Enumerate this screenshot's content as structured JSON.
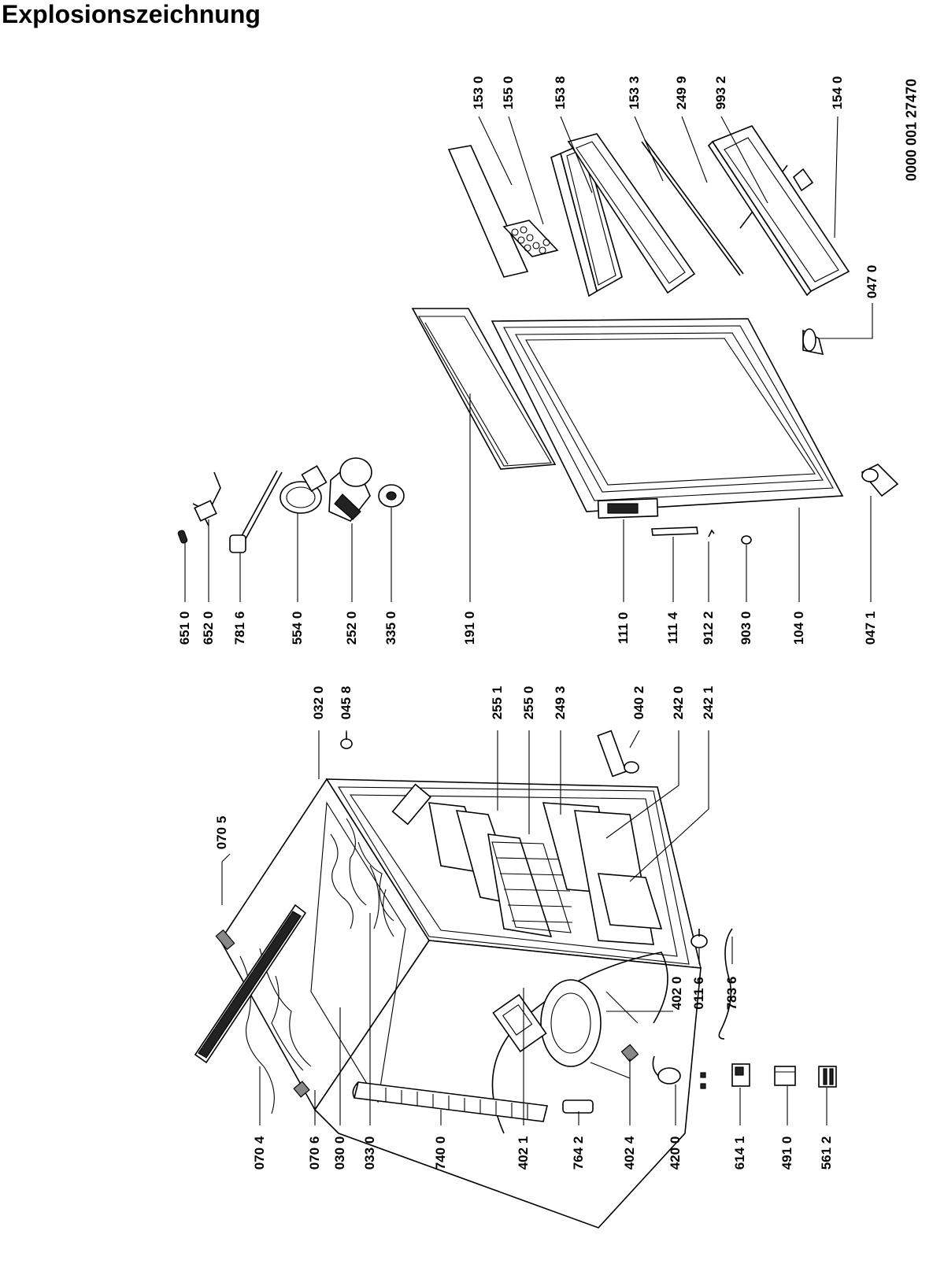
{
  "title": "Explosionszeichnung",
  "document_number": "0000 001 27470",
  "labels": {
    "l_0704": "070 4",
    "l_0706": "070 6",
    "l_0300": "030 0",
    "l_0330": "033 0",
    "l_7400": "740 0",
    "l_4021": "402 1",
    "l_7642": "764 2",
    "l_4024": "402 4",
    "l_4200": "420 0",
    "l_6141": "614 1",
    "l_4910": "491 0",
    "l_5612": "561 2",
    "l_0705": "070 5",
    "l_4020": "402 0",
    "l_0116": "011 6",
    "l_7836": "783 6",
    "l_0320": "032 0",
    "l_0458": "045 8",
    "l_2551": "255 1",
    "l_2550": "255 0",
    "l_2493": "249 3",
    "l_0402": "040 2",
    "l_2420": "242 0",
    "l_2421": "242 1",
    "l_6510": "651 0",
    "l_6520": "652 0",
    "l_7816": "781 6",
    "l_5540": "554 0",
    "l_2520": "252 0",
    "l_3350": "335 0",
    "l_1910": "191 0",
    "l_1110": "111 0",
    "l_1114": "111 4",
    "l_9122": "912 2",
    "l_9030": "903 0",
    "l_1040": "104 0",
    "l_0471": "047 1",
    "l_1530": "153 0",
    "l_1550": "155 0",
    "l_1538": "153 8",
    "l_1533": "153 3",
    "l_2499": "249 9",
    "l_9932": "993 2",
    "l_1540": "154 0",
    "l_0470": "047 0"
  }
}
